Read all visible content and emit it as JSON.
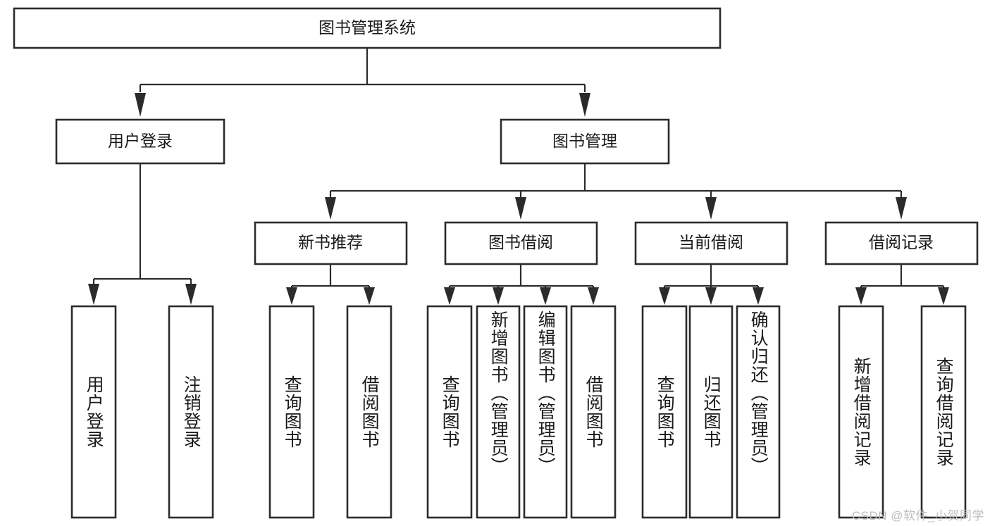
{
  "diagram": {
    "title": "图书管理系统",
    "type": "tree",
    "root": {
      "label": "图书管理系统"
    },
    "level2": [
      {
        "label": "用户登录"
      },
      {
        "label": "图书管理"
      }
    ],
    "level3": [
      {
        "label": "新书推荐"
      },
      {
        "label": "图书借阅"
      },
      {
        "label": "当前借阅"
      },
      {
        "label": "借阅记录"
      }
    ],
    "leaves": {
      "user_login": [
        {
          "label": "用户登录"
        },
        {
          "label": "注销登录"
        }
      ],
      "new_book_recommend": [
        {
          "label": "查询图书"
        },
        {
          "label": "借阅图书"
        }
      ],
      "book_borrow": [
        {
          "label": "查询图书"
        },
        {
          "label": "新增图书（管理员）"
        },
        {
          "label": "编辑图书（管理员）"
        },
        {
          "label": "借阅图书"
        }
      ],
      "current_borrow": [
        {
          "label": "查询图书"
        },
        {
          "label": "归还图书"
        },
        {
          "label": "确认归还（管理员）"
        }
      ],
      "borrow_record": [
        {
          "label": "新增借阅记录"
        },
        {
          "label": "查询借阅记录"
        }
      ]
    }
  },
  "watermark": {
    "text": "CSDN @软件_小贺同学"
  },
  "colors": {
    "stroke": "#2b2b2b",
    "box_fill": "#ffffff",
    "text": "#1a1a1a",
    "background": "#ffffff",
    "watermark": "#bdbdbd"
  }
}
